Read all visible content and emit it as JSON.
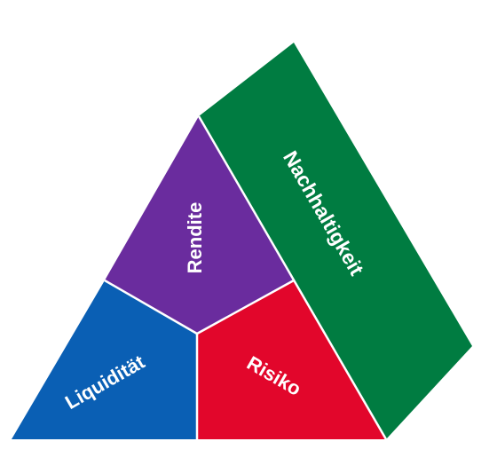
{
  "diagram": {
    "segments": [
      {
        "id": "rendite",
        "label": "Rendite",
        "color": "#6A2C9E"
      },
      {
        "id": "liquiditaet",
        "label": "Liquidität",
        "color": "#0A5FB4"
      },
      {
        "id": "risiko",
        "label": "Risiko",
        "color": "#E2062B"
      },
      {
        "id": "nachhaltigkeit",
        "label": "Nachhaltigkeit",
        "color": "#007C41"
      }
    ],
    "divider_color": "#FFFFFF"
  }
}
